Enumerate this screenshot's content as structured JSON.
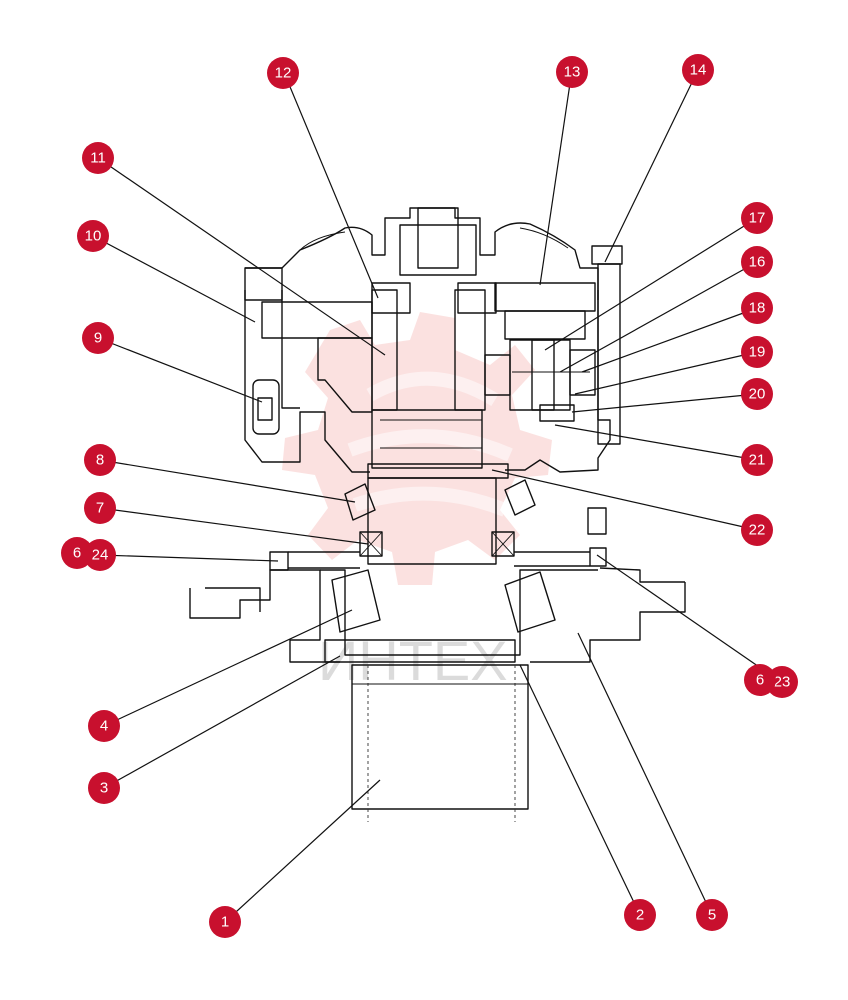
{
  "watermark": {
    "text": "ИНТЕХ",
    "color": "#e8453c"
  },
  "badge_color": "#c8102e",
  "callouts": [
    {
      "id": "1",
      "label": "1"
    },
    {
      "id": "2",
      "label": "2"
    },
    {
      "id": "3",
      "label": "3"
    },
    {
      "id": "4",
      "label": "4"
    },
    {
      "id": "5",
      "label": "5"
    },
    {
      "id": "6a",
      "label": "6"
    },
    {
      "id": "24",
      "label": "24"
    },
    {
      "id": "6b",
      "label": "6"
    },
    {
      "id": "23",
      "label": "23"
    },
    {
      "id": "7",
      "label": "7"
    },
    {
      "id": "8",
      "label": "8"
    },
    {
      "id": "9",
      "label": "9"
    },
    {
      "id": "10",
      "label": "10"
    },
    {
      "id": "11",
      "label": "11"
    },
    {
      "id": "12",
      "label": "12"
    },
    {
      "id": "13",
      "label": "13"
    },
    {
      "id": "14",
      "label": "14"
    },
    {
      "id": "16",
      "label": "16"
    },
    {
      "id": "17",
      "label": "17"
    },
    {
      "id": "18",
      "label": "18"
    },
    {
      "id": "19",
      "label": "19"
    },
    {
      "id": "20",
      "label": "20"
    },
    {
      "id": "21",
      "label": "21"
    },
    {
      "id": "22",
      "label": "22"
    }
  ]
}
